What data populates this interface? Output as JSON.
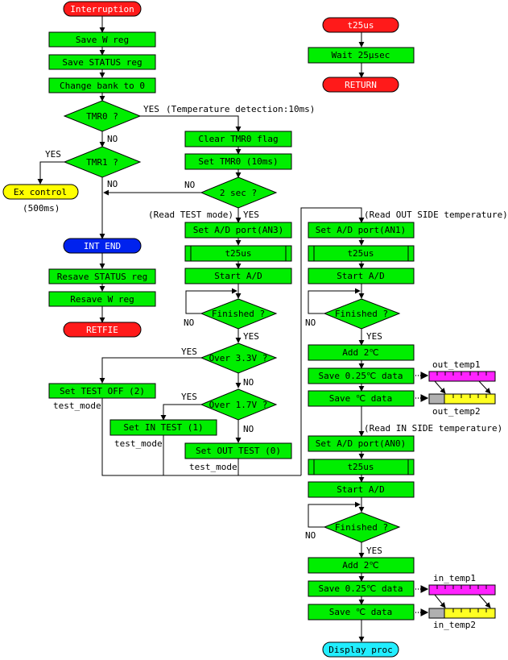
{
  "colors": {
    "process": "#00ee00",
    "terminal_red": "#ff1a1a",
    "terminal_blue": "#0022ee",
    "terminal_yellow": "#ffff00",
    "terminal_cyan": "#22eeff",
    "register_magenta": "#ff22ff",
    "register_yellow": "#ffff22",
    "register_gray": "#b0b0b0"
  },
  "terminals": {
    "interruption": "Interruption",
    "ex_control": "Ex control",
    "int_end": "INT END",
    "retfie": "RETFIE",
    "t25us_sub": "t25us",
    "return_sub": "RETURN",
    "display_proc": "Display proc"
  },
  "process": {
    "save_w": "Save W reg",
    "save_status": "Save STATUS reg",
    "change_bank": "Change bank to 0",
    "resave_status": "Resave STATUS reg",
    "resave_w": "Resave W reg",
    "wait_25": "Wait 25µsec",
    "clear_tmr0": "Clear TMR0 flag",
    "set_tmr0": "Set TMR0 (10ms)",
    "set_ad_an3": "Set A/D port(AN3)",
    "t25us_test": "t25us",
    "start_ad_test": "Start A/D",
    "set_test_off": "Set TEST OFF (2)",
    "set_in_test": "Set IN TEST (1)",
    "set_out_test": "Set OUT TEST (0)",
    "set_ad_an1": "Set A/D port(AN1)",
    "t25us_out": "t25us",
    "start_ad_out": "Start A/D",
    "add_2c_out": "Add 2℃",
    "save_025_out": "Save 0.25℃ data",
    "save_c_out": "Save ℃ data",
    "set_ad_an0": "Set A/D port(AN0)",
    "t25us_in": "t25us",
    "start_ad_in": "Start A/D",
    "add_2c_in": "Add 2℃",
    "save_025_in": "Save 0.25℃ data",
    "save_c_in": "Save ℃ data"
  },
  "decisions": {
    "tmr0": "TMR0 ?",
    "tmr1": "TMR1 ?",
    "two_sec": "2 sec ?",
    "finished_test": "Finished ?",
    "over_33": "Over 3.3V ?",
    "over_17": "Over 1.7V ?",
    "finished_out": "Finished ?",
    "finished_in": "Finished ?"
  },
  "labels": {
    "yes_tmr0": "YES",
    "temp_detection": "(Temperature detection:10ms)",
    "no_tmr0": "NO",
    "yes_tmr1": "YES",
    "no_tmr1": "NO",
    "ex_control_time": "(500ms)",
    "no_2sec": "NO",
    "yes_2sec": "YES",
    "read_test_mode": "(Read TEST mode)",
    "no_finished_test": "NO",
    "yes_finished_test": "YES",
    "yes_33": "YES",
    "no_33": "NO",
    "yes_17": "YES",
    "no_17": "NO",
    "test_mode_1": "test_mode",
    "test_mode_2": "test_mode",
    "test_mode_3": "test_mode",
    "read_outside": "(Read OUT SIDE temperature)",
    "no_finished_out": "NO",
    "yes_finished_out": "YES",
    "read_inside": "(Read IN SIDE temperature)",
    "no_finished_in": "NO",
    "yes_finished_in": "YES",
    "out_temp1": "out_temp1",
    "out_temp2": "out_temp2",
    "in_temp1": "in_temp1",
    "in_temp2": "in_temp2"
  }
}
